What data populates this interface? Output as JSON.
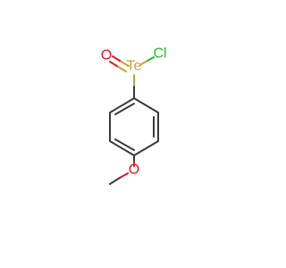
{
  "molecule": {
    "atoms": {
      "te": {
        "label": "Te",
        "color": "#c8a032"
      },
      "cl": {
        "label": "Cl",
        "color": "#2db82d"
      },
      "o_double": {
        "label": "O",
        "color": "#e8141e"
      },
      "o_ether": {
        "label": "O",
        "color": "#e8141e"
      }
    },
    "bond_color": "#3a3a3a"
  }
}
